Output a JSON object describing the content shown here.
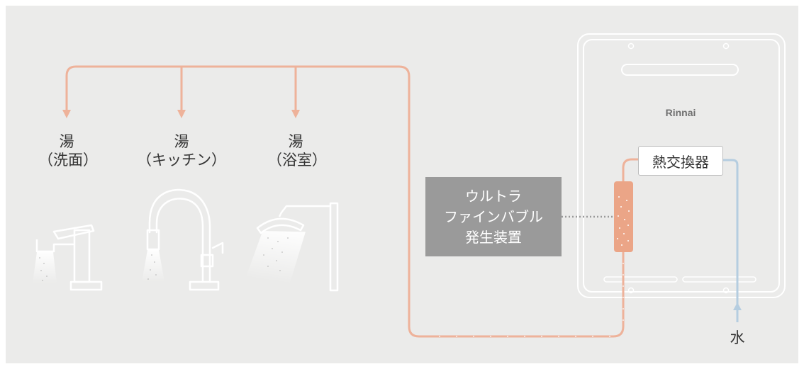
{
  "outlets": [
    {
      "label": "湯",
      "location": "（洗面）",
      "icon": "washbasin-faucet-icon"
    },
    {
      "label": "湯",
      "location": "（キッチン）",
      "icon": "kitchen-faucet-icon"
    },
    {
      "label": "湯",
      "location": "（浴室）",
      "icon": "shower-head-icon"
    }
  ],
  "device": {
    "lines": [
      "ウルトラ",
      "ファインバブル",
      "発生装置"
    ]
  },
  "heater": {
    "brand": "Rinnai",
    "heat_exchanger": "熱交換器"
  },
  "water_inlet": {
    "label": "水"
  },
  "colors": {
    "background": "#ebebea",
    "hot_pipe": "#eeb29a",
    "cold_pipe": "#b5cde0",
    "device_box": "#9a9a9a",
    "bubble_unit": "#eba587",
    "fixture_outline": "#ffffff"
  }
}
